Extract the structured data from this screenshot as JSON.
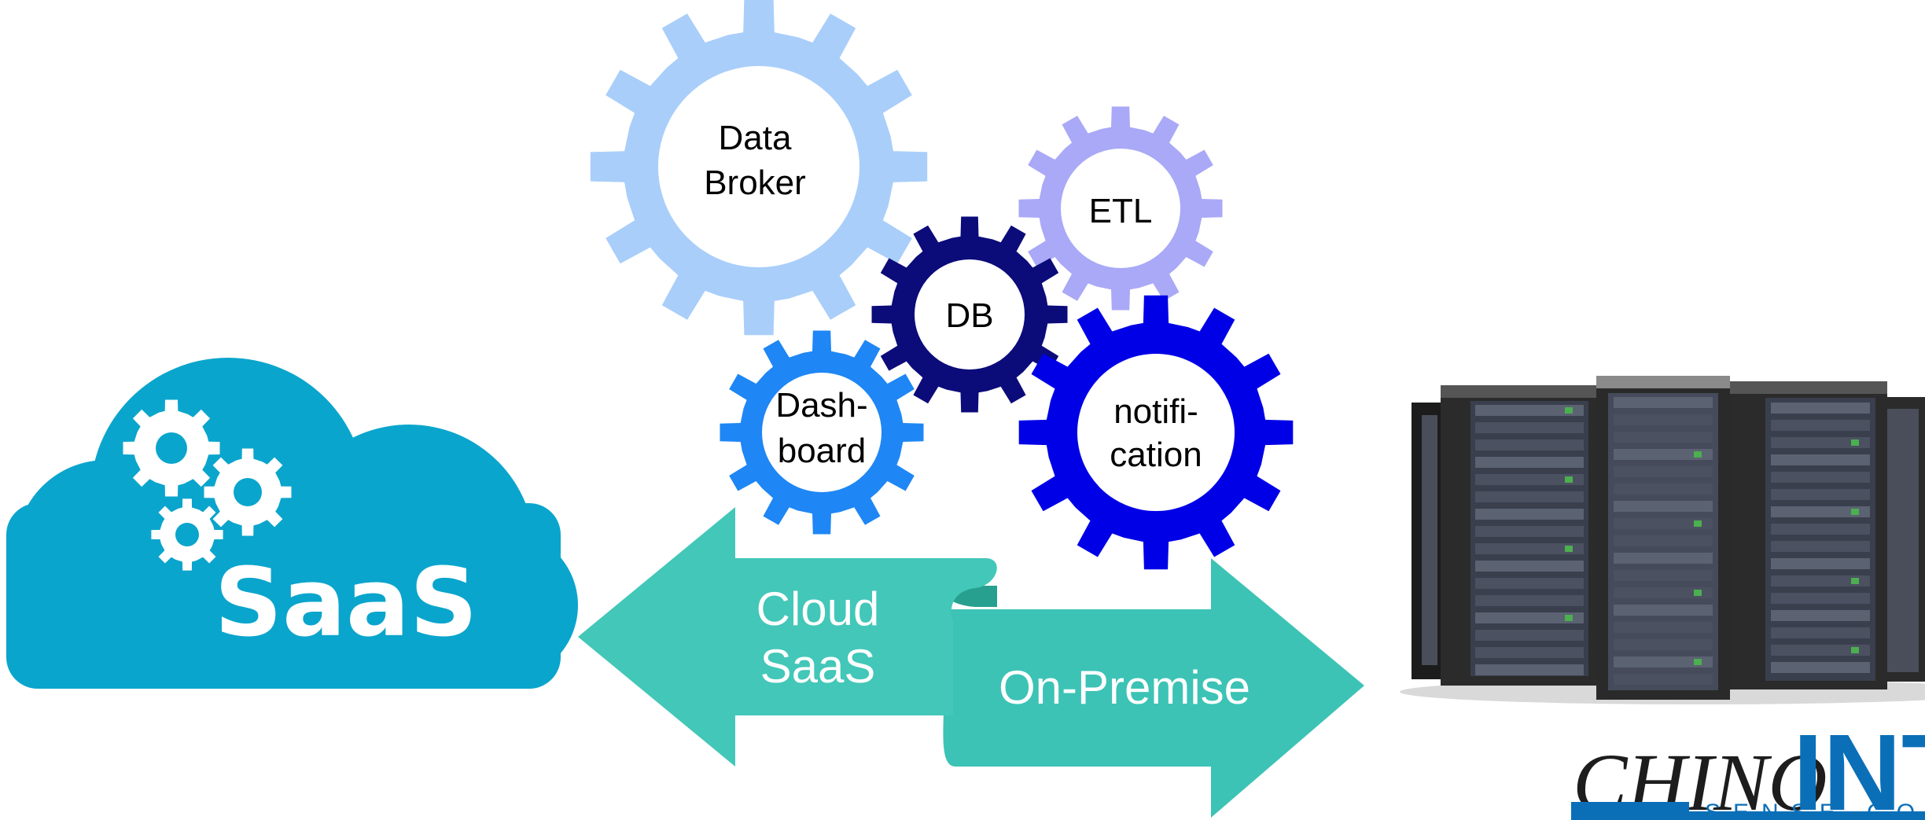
{
  "saas_cloud": {
    "label": "SaaS",
    "color": "#0aa5cc",
    "icons": [
      "gear-icon",
      "gear-icon",
      "gear-icon"
    ]
  },
  "gears": [
    {
      "id": "data-broker",
      "lines": [
        "Data",
        "Broker"
      ],
      "color": "#a9cefa",
      "teeth": 12
    },
    {
      "id": "etl",
      "lines": [
        "ETL"
      ],
      "color": "#a9a9f7",
      "teeth": 12
    },
    {
      "id": "db",
      "lines": [
        "DB"
      ],
      "color": "#0b0b7a",
      "teeth": 12
    },
    {
      "id": "dashboard",
      "lines": [
        "Dash-",
        "board"
      ],
      "color": "#1f86f5",
      "teeth": 12
    },
    {
      "id": "notification",
      "lines": [
        "notifi-",
        "cation"
      ],
      "color": "#0000e6",
      "teeth": 12
    }
  ],
  "arrows": {
    "left_label": [
      "Cloud",
      "SaaS"
    ],
    "right_label": "On-Premise",
    "color": "#3cc3b5",
    "fold_color": "#27a090"
  },
  "server": {
    "icon": "server-rack-icon",
    "racks": 5
  },
  "logo": {
    "chino": "CHINO",
    "int": "INT",
    "tagline": "SENSE CONNE",
    "color": "#0b6fb8"
  }
}
